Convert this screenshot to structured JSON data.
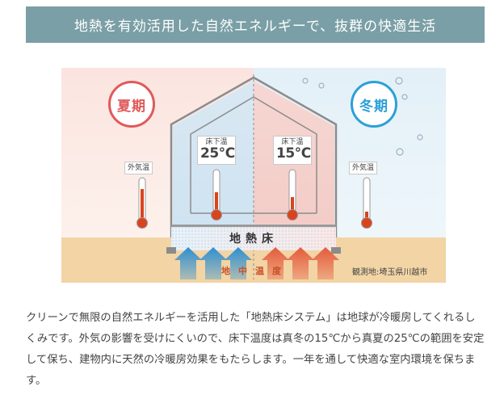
{
  "header": {
    "title": "地熱を有効活用した自然エネルギーで、抜群の快適生活"
  },
  "diagram": {
    "summer": {
      "label": "夏期",
      "color": "#e05a5a"
    },
    "winter": {
      "label": "冬期",
      "color": "#2ba0d8"
    },
    "outside_label": "外気温",
    "indoor_left": {
      "label": "床下温",
      "value": "25℃"
    },
    "indoor_right": {
      "label": "床下温",
      "value": "15℃"
    },
    "floor_label": "地熱床",
    "ground_label": "地中温度",
    "observation": "観測地:埼玉県川越市"
  },
  "description": "クリーンで無限の自然エネルギーを活用した「地熱床システム」は地球が冷暖房してくれるしくみです。外気の影響を受けにくいので、床下温度は真冬の15℃から真夏の25℃の範囲を安定して保ち、建物内に天然の冷暖房効果をもたらします。一年を通して快適な室内環境を保ちます。"
}
